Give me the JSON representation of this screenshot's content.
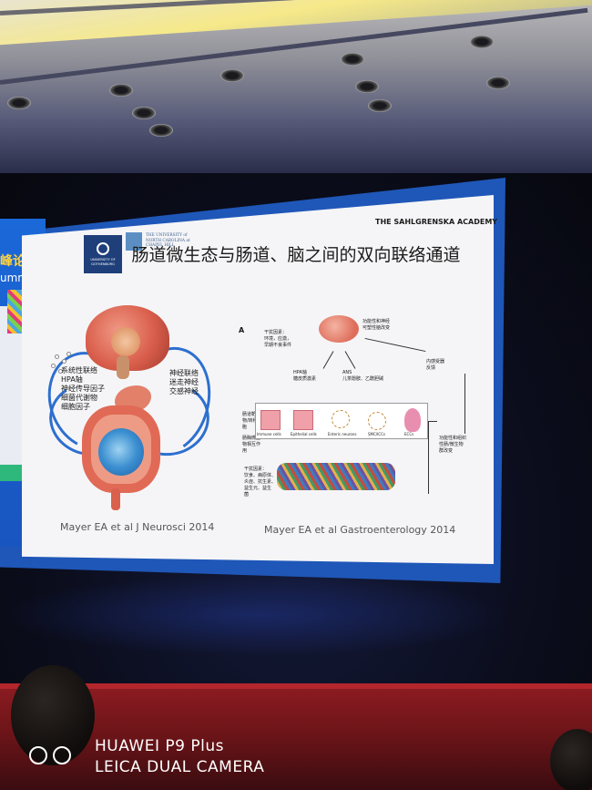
{
  "side_panel": {
    "title": "峰论坛",
    "subtitle": "ummit"
  },
  "slide": {
    "academy": "THE SAHLGRENSKA ACADEMY",
    "logo_gothenburg": "UNIVERSITY OF GOTHENBURG",
    "logo_unc": "THE UNIVERSITY of NORTH CAROLINA at CHAPEL HILL",
    "title": "肠道微生态与肠道、脑之间的双向联络通道",
    "left_figure": {
      "left_labels": [
        "系统性联络",
        "HPA轴",
        "神经传导因子",
        "细菌代谢物",
        "细胞因子"
      ],
      "right_labels": [
        "神经联络",
        "迷走神经",
        "交感神经"
      ],
      "reference": "Mayer EA et al J Neurosci 2014"
    },
    "right_figure": {
      "panel_letter": "A",
      "stress_factors": [
        "干扰因素：",
        "环境，应激，",
        "早期不良事件"
      ],
      "brain_change": [
        "功能性和神经",
        "可塑性脑改变"
      ],
      "hpa": [
        "HPA轴",
        "糖皮质激素"
      ],
      "ans": [
        "ANS",
        "儿茶酚胺、乙酰胆碱"
      ],
      "visceral": [
        "内感受器",
        "反馈"
      ],
      "gut_target": [
        "肠道靶向",
        "物/转移细",
        "胞"
      ],
      "metabolites": [
        "肠酶微生",
        "物相互作",
        "用"
      ],
      "cell_labels": [
        "Immune cells",
        "Epithelial cells",
        "Enteric neurons",
        "SMC/ICCs",
        "ECCs"
      ],
      "functional_change": [
        "功能性和组织",
        "性肠/微生物",
        "群改变"
      ],
      "diet_factors": [
        "干扰因素：",
        "饮食、病原体、",
        "炎症、抗生素、",
        "益生元、益生",
        "菌"
      ],
      "reference": "Mayer EA et al Gastroenterology 2014"
    }
  },
  "watermark": {
    "line1": "HUAWEI P9 Plus",
    "line2": "LEICA DUAL CAMERA"
  }
}
